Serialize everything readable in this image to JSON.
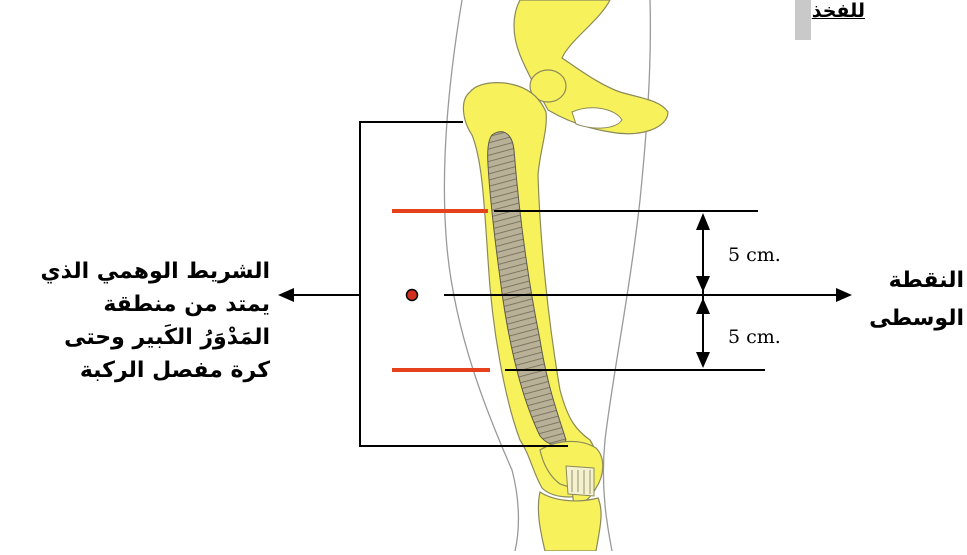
{
  "labels": {
    "corner": "للفخذ",
    "band_description_lines": [
      "الشريط الوهمي الذي",
      "يمتد من منطقة",
      "المَدْوَرُ الكَبير وحتى",
      "كرة مفصل الركبة"
    ],
    "midpoint_lines": [
      "النقطة",
      "الوسطى"
    ],
    "distance_top": "5 cm.",
    "distance_bottom": "5 cm."
  },
  "colors": {
    "bone": "#f7f25c",
    "bone_outline": "#8c8a5a",
    "muscle": "#b3ab92",
    "muscle_hatch": "#7a745f",
    "marker_red": "#e4411c",
    "midpoint_dot": "#d22f1e",
    "line": "#000000"
  }
}
